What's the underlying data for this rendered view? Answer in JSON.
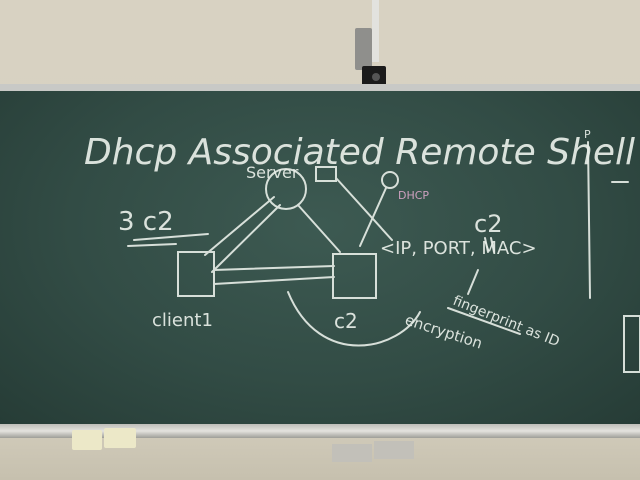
{
  "board": {
    "title": "Dhcp Associated Remote Shell",
    "server_label": "Server",
    "dhcp_label": "DHCP",
    "ip_port_mac": "<IP, PORT, MAC>",
    "c2_top": "c2",
    "question_c2": "3 c2",
    "client_label": "client1",
    "c2_label": "c2",
    "encryption_label": "encryption",
    "fingerprint_label": "fingerprint as ID",
    "p_label": "P"
  },
  "colors": {
    "chalk": "#e9efe9",
    "board": "#324c45",
    "wall": "#d8d2c2"
  }
}
